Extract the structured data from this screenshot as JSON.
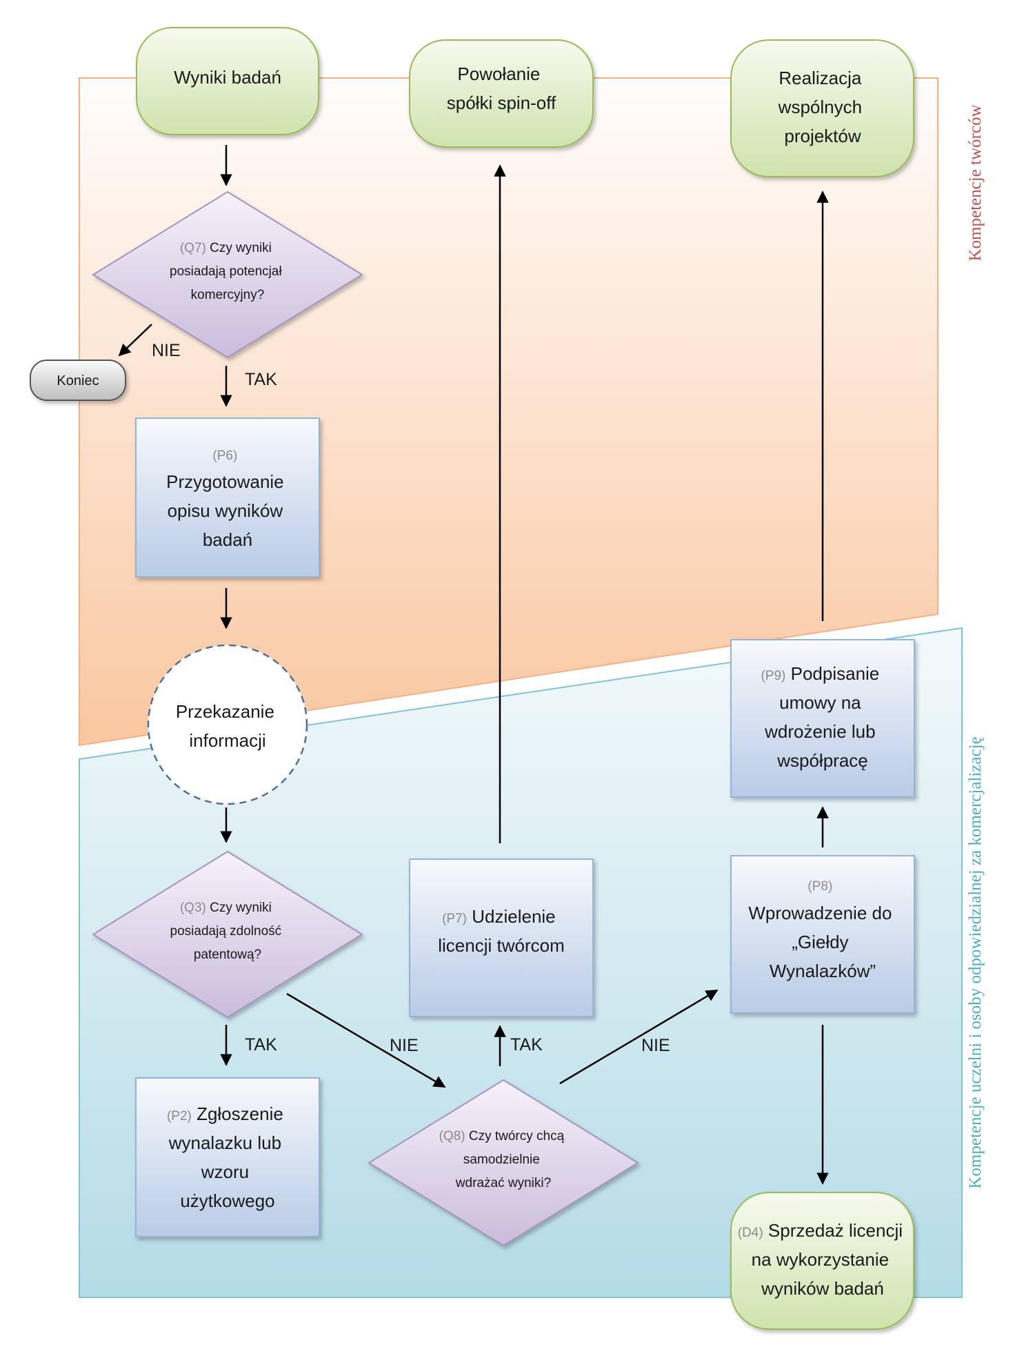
{
  "colors": {
    "band_top_label": "#c0504d",
    "band_bottom_label": "#4bacc6",
    "terminal_border": "#9bbb59",
    "decision_border": "#8064a2",
    "process_border": "#95b3d7",
    "arrow": "#000000"
  },
  "bands": {
    "top_label": "Kompetencje twórców",
    "bottom_label": "Kompetencje uczelni i osoby odpowiedzialnej za komercjalizację"
  },
  "nodes": {
    "wyniki": {
      "text": "Wyniki badań"
    },
    "powolanie": {
      "line1": "Powołanie",
      "line2": "spółki spin-off"
    },
    "realizacja": {
      "line1": "Realizacja",
      "line2": "wspólnych",
      "line3": "projektów"
    },
    "q7": {
      "code": "(Q7)",
      "line1": " Czy wyniki",
      "line2": "posiadają potencjał",
      "line3": "komercyjny?"
    },
    "koniec": {
      "text": "Koniec"
    },
    "p6": {
      "code": "(P6)",
      "line1": "Przygotowanie",
      "line2": "opisu wyników",
      "line3": "badań"
    },
    "przekazanie": {
      "line1": "Przekazanie",
      "line2": "informacji"
    },
    "q3": {
      "code": "(Q3)",
      "line1": " Czy wyniki",
      "line2": "posiadają zdolność",
      "line3": "patentową?"
    },
    "p2": {
      "code": "(P2)",
      "line1": " Zgłoszenie",
      "line2": "wynalazku lub",
      "line3": "wzoru",
      "line4": "użytkowego"
    },
    "q8": {
      "code": "(Q8)",
      "line1": " Czy twórcy chcą",
      "line2": "samodzielnie",
      "line3": "wdrażać wyniki?"
    },
    "p7": {
      "code": "(P7)",
      "line1": " Udzielenie",
      "line2": "licencji twórcom"
    },
    "p8": {
      "code": "(P8)",
      "line1": "Wprowadzenie do",
      "line2": "„Giełdy",
      "line3": "Wynalazków”"
    },
    "p9": {
      "code": "(P9)",
      "line1": " Podpisanie",
      "line2": "umowy na",
      "line3": "wdrożenie lub",
      "line4": "współpracę"
    },
    "d4": {
      "code": "(D4)",
      "line1": " Sprzedaż licencji",
      "line2": "na wykorzystanie",
      "line3": "wyników badań"
    }
  },
  "edge_labels": {
    "q7_no": "NIE",
    "q7_yes": "TAK",
    "q3_yes": "TAK",
    "q3_no": "NIE",
    "q8_yes": "TAK",
    "q8_no": "NIE"
  }
}
